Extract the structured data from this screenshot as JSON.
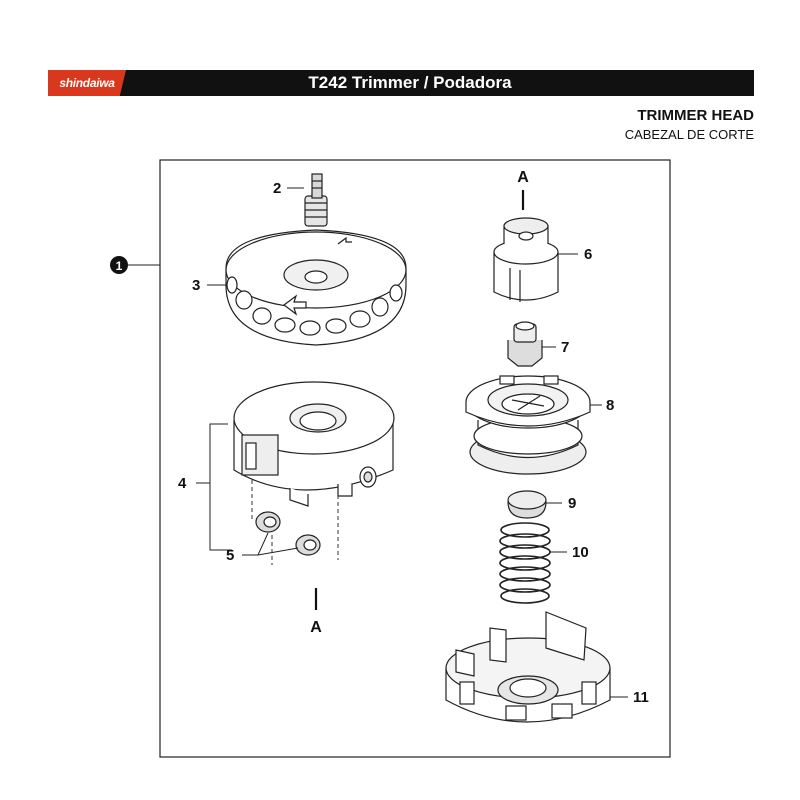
{
  "header": {
    "brand": "shindaiwa",
    "title": "T242 Trimmer / Podadora",
    "brand_color": "#d9381e",
    "bar_color": "#111111"
  },
  "section": {
    "title_en": "TRIMMER HEAD",
    "title_es": "CABEZAL DE CORTE"
  },
  "callouts": {
    "assembly": "1",
    "p2": "2",
    "p3": "3",
    "p4": "4",
    "p5": "5",
    "p6": "6",
    "p7": "7",
    "p8": "8",
    "p9": "9",
    "p10": "10",
    "p11": "11",
    "ref_top": "A",
    "ref_bottom": "A"
  }
}
